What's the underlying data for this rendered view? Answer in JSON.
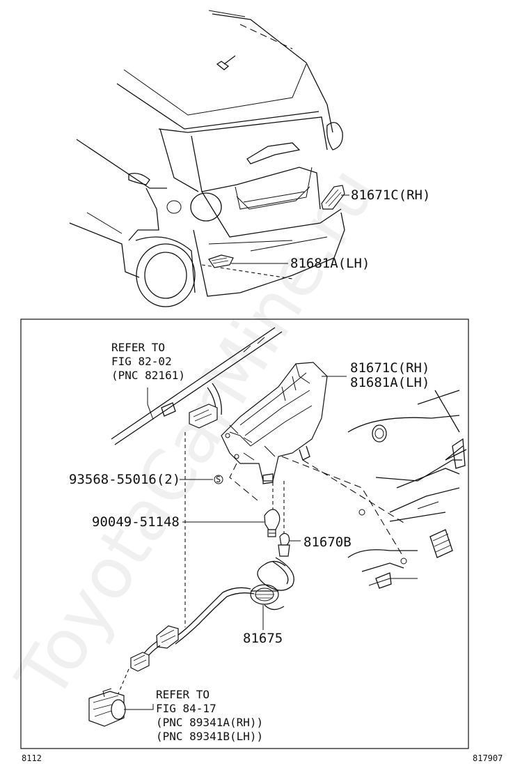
{
  "watermark": "ToyotaCarMine.ru",
  "labels": {
    "p81671c_rh_top": "81671C(RH)",
    "p81681a_lh_top": "81681A(LH)",
    "refer1_line1": "REFER TO",
    "refer1_line2": "FIG 82-02",
    "refer1_line3": "(PNC 82161)",
    "p81671c_rh": "81671C(RH)",
    "p81681a_lh": "81681A(LH)",
    "p93568": "93568-55016(2)",
    "p90049": "90049-51148",
    "p81670b": "81670B",
    "p81675": "81675",
    "refer2_line1": "REFER TO",
    "refer2_line2": "FIG 84-17",
    "refer2_line3": "(PNC 89341A(RH))",
    "refer2_line4": "(PNC 89341B(LH))"
  },
  "footer": {
    "left_code": "8112",
    "right_code": "817907"
  }
}
